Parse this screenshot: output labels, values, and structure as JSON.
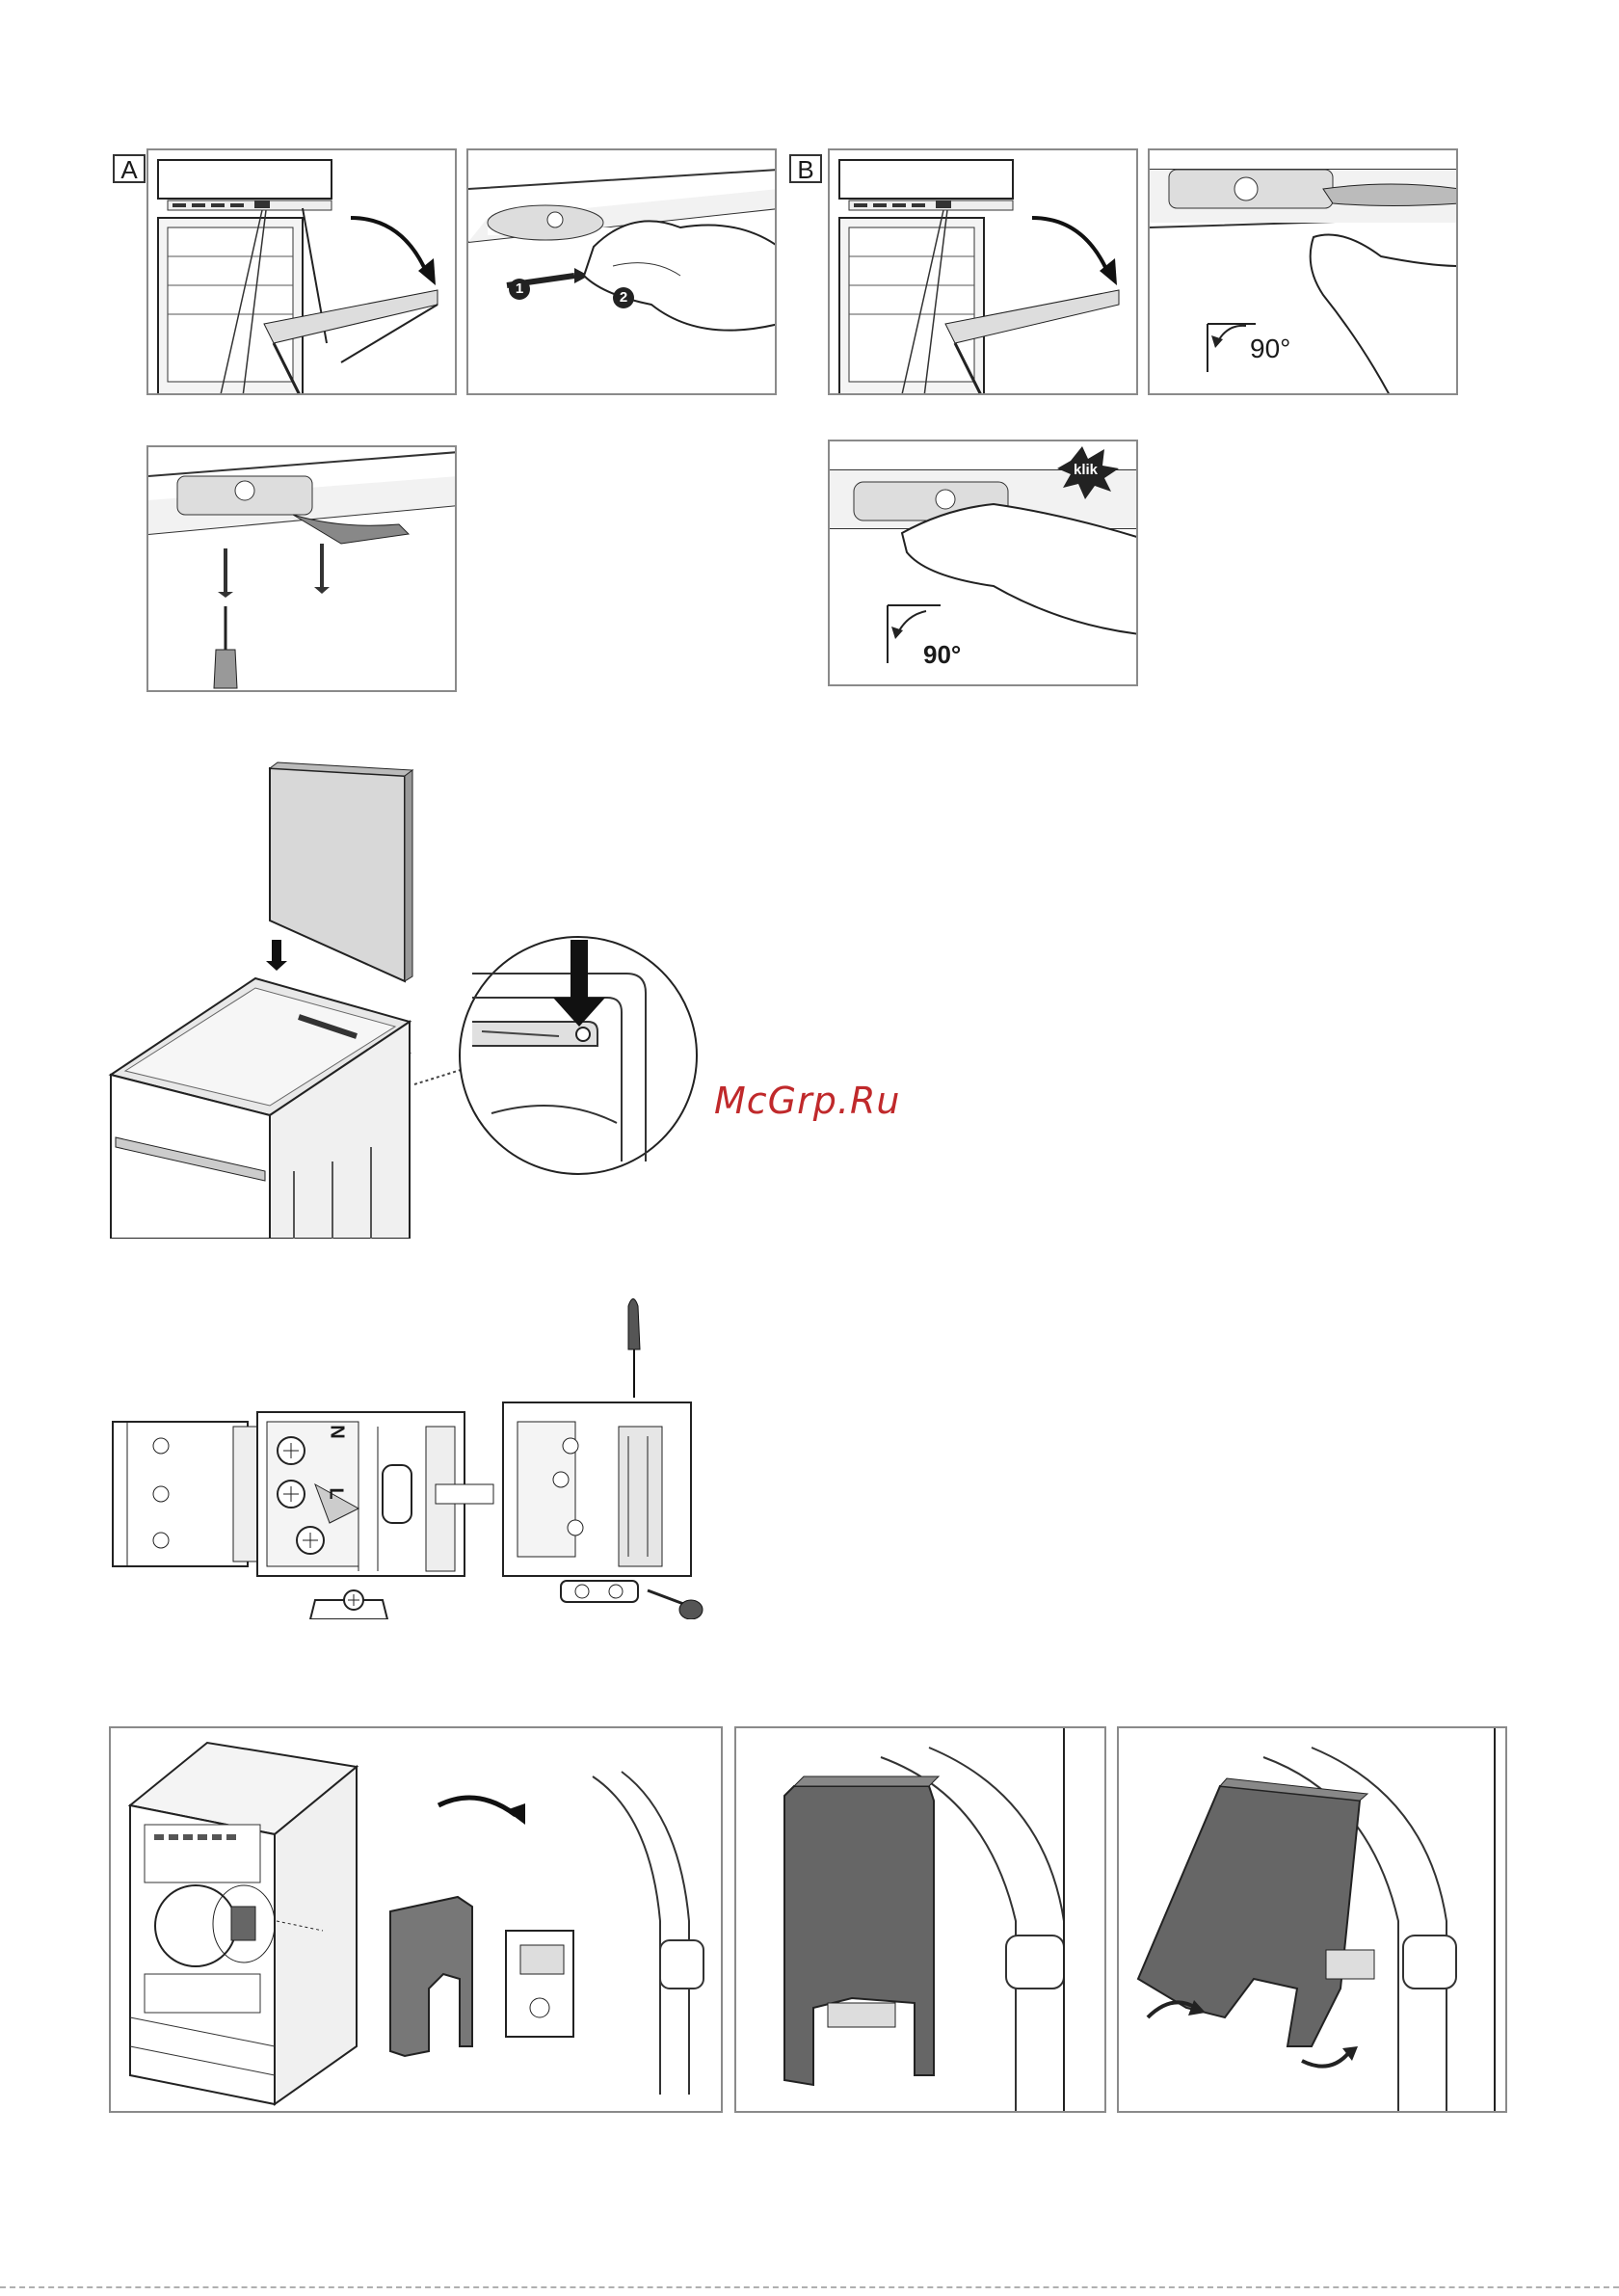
{
  "figure_a": {
    "tag": "A",
    "steps": [
      "1",
      "2"
    ]
  },
  "figure_b": {
    "tag": "B",
    "angle_label": "90°",
    "angle_label_bold": "90°",
    "klik_label": "klik"
  },
  "watermark": "McGrp.Ru",
  "terminal_labels": {
    "neutral": "N",
    "phase": "L"
  }
}
